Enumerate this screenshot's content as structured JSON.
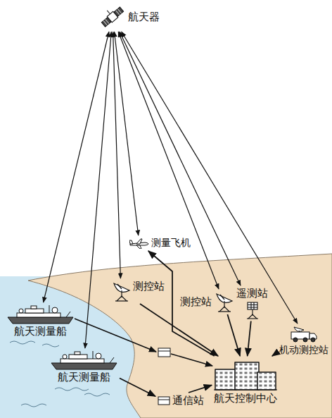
{
  "diagram": {
    "nodes": [
      {
        "text": [
          "航天器"
        ]
      },
      {
        "text": [
          "测量飞机"
        ]
      },
      {
        "text": [
          "测控站"
        ]
      },
      {
        "text": [
          "测控站"
        ]
      },
      {
        "text": [
          "遥测站"
        ]
      },
      {
        "text": [
          "航天测量船"
        ]
      },
      {
        "text": [
          "航天测量船"
        ]
      },
      {
        "text": [
          "机动测控站"
        ]
      },
      {
        "text": [
          "通信站"
        ]
      },
      {
        "text": [
          "航天控制中心"
        ]
      }
    ],
    "edges": [
      {
        "from": 0,
        "to": 1,
        "arrow": "both"
      },
      {
        "from": 0,
        "to": 2,
        "arrow": "both"
      },
      {
        "from": 0,
        "to": 3,
        "arrow": "both"
      },
      {
        "from": 0,
        "to": 4,
        "arrow": "both"
      },
      {
        "from": 0,
        "to": 5,
        "arrow": "both"
      },
      {
        "from": 0,
        "to": 6,
        "arrow": "both"
      },
      {
        "from": 0,
        "to": 7,
        "arrow": "both"
      },
      {
        "from": 2,
        "to": 9,
        "arrow": "to"
      },
      {
        "from": 3,
        "to": 9,
        "arrow": "to"
      },
      {
        "from": 4,
        "to": 9,
        "arrow": "to"
      },
      {
        "from": 7,
        "to": 9,
        "arrow": "to"
      },
      {
        "from": 9,
        "to": 1,
        "arrow": "to"
      },
      {
        "from": 6,
        "to": 8,
        "arrow": "to"
      },
      {
        "from": 8,
        "to": 9,
        "arrow": "to"
      }
    ]
  }
}
